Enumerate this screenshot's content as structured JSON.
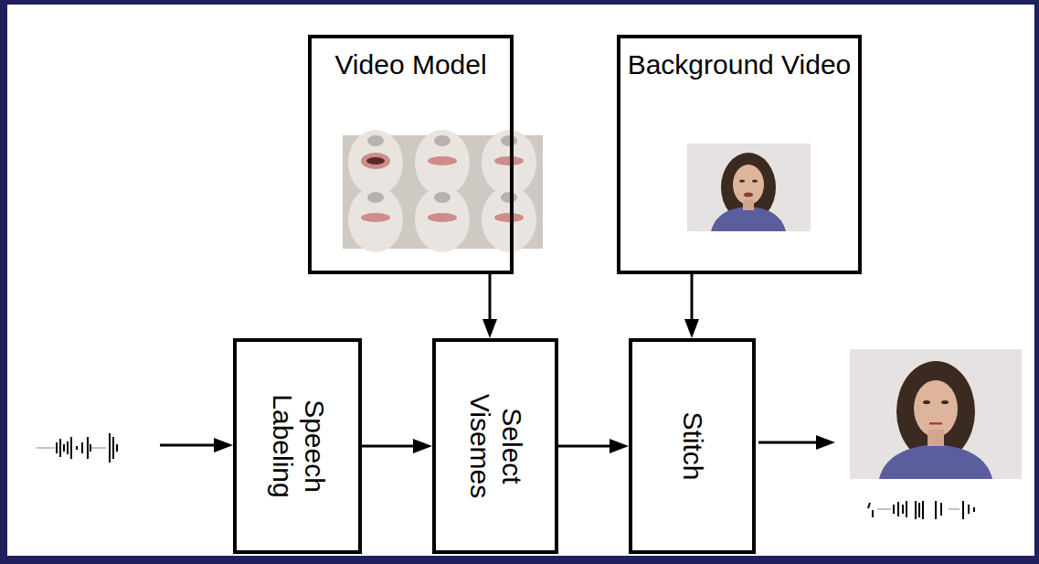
{
  "diagram": {
    "nodes": [
      {
        "text": [
          "Video Model"
        ]
      },
      {
        "text": [
          "Background Video"
        ]
      },
      {
        "text": [
          "Speech Labeling"
        ]
      },
      {
        "text": [
          "Select Visemes"
        ]
      },
      {
        "text": [
          "Stitch"
        ]
      }
    ],
    "edges": [
      {
        "from": 0,
        "to": 3,
        "arrow": "to"
      },
      {
        "from": 1,
        "to": 4,
        "arrow": "to"
      },
      {
        "from": 2,
        "to": 3,
        "arrow": "to"
      },
      {
        "from": 3,
        "to": 4,
        "arrow": "to"
      }
    ]
  }
}
